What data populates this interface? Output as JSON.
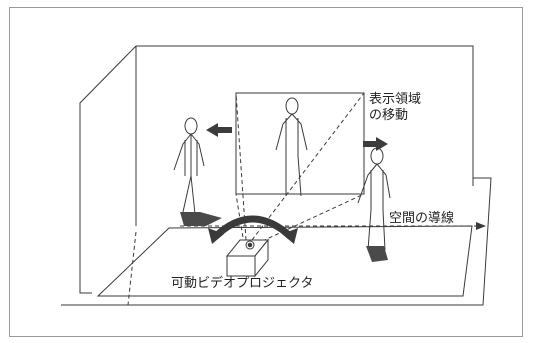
{
  "labels": {
    "display_area_line1": "表示領域",
    "display_area_line2": "の移動",
    "spatial_flow": "空間の導線",
    "projector": "可動ビデオプロジェクタ"
  },
  "colors": {
    "line": "#3a3a3a",
    "shadow": "#4a4a4a",
    "arrow": "#3c3c3c",
    "frame": "#9a9a9a"
  }
}
